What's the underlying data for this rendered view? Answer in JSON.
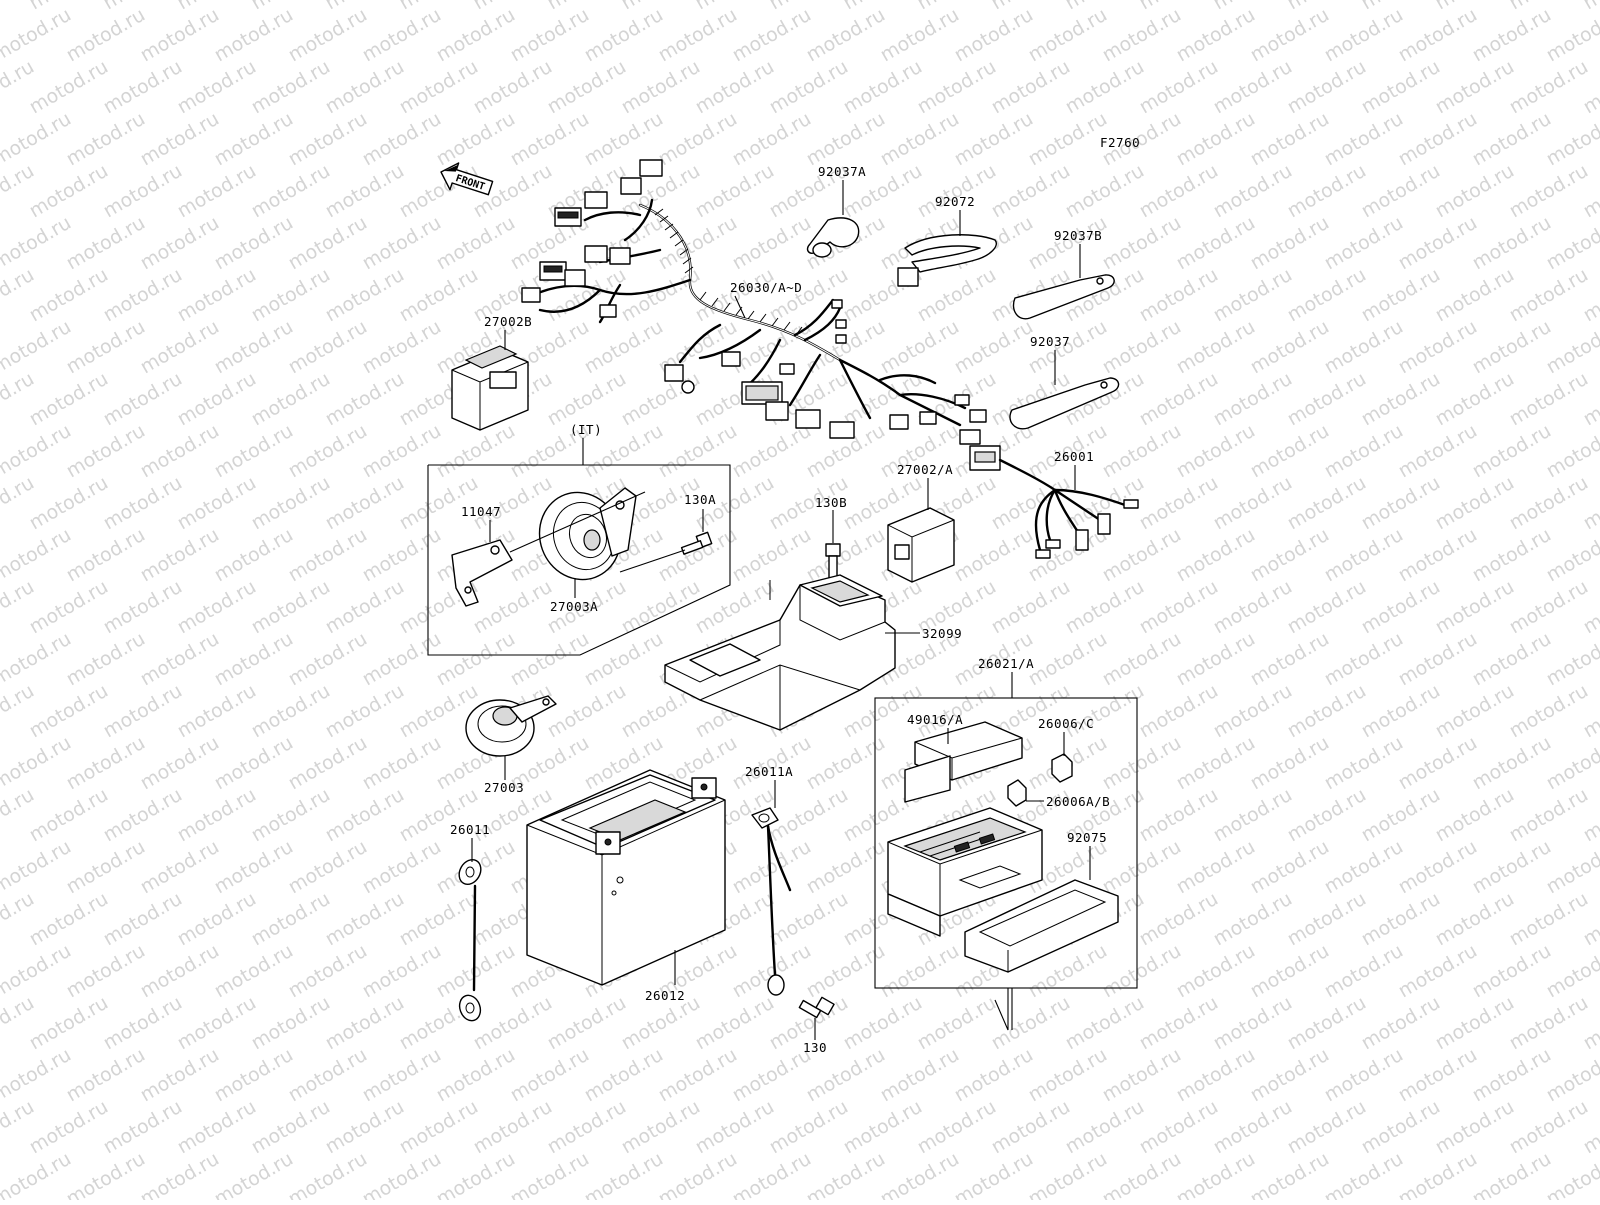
{
  "watermark": "motod.ru",
  "figure_code": "F2760",
  "front_label": "FRONT",
  "group_label": "(IT)",
  "parts": {
    "p92037A": "92037A",
    "p92072": "92072",
    "p92037B": "92037B",
    "p26030": "26030/A~D",
    "p27002B": "27002B",
    "p92037": "92037",
    "p26001": "26001",
    "p27002A": "27002/A",
    "p11047": "11047",
    "p130A": "130A",
    "p130B": "130B",
    "p27003A": "27003A",
    "p32099": "32099",
    "p26021A": "26021/A",
    "p49016A": "49016/A",
    "p26006C": "26006/C",
    "p26006AB": "26006A/B",
    "p92075": "92075",
    "p27003": "27003",
    "p26011A": "26011A",
    "p26011": "26011",
    "p26012": "26012",
    "p130": "130"
  }
}
